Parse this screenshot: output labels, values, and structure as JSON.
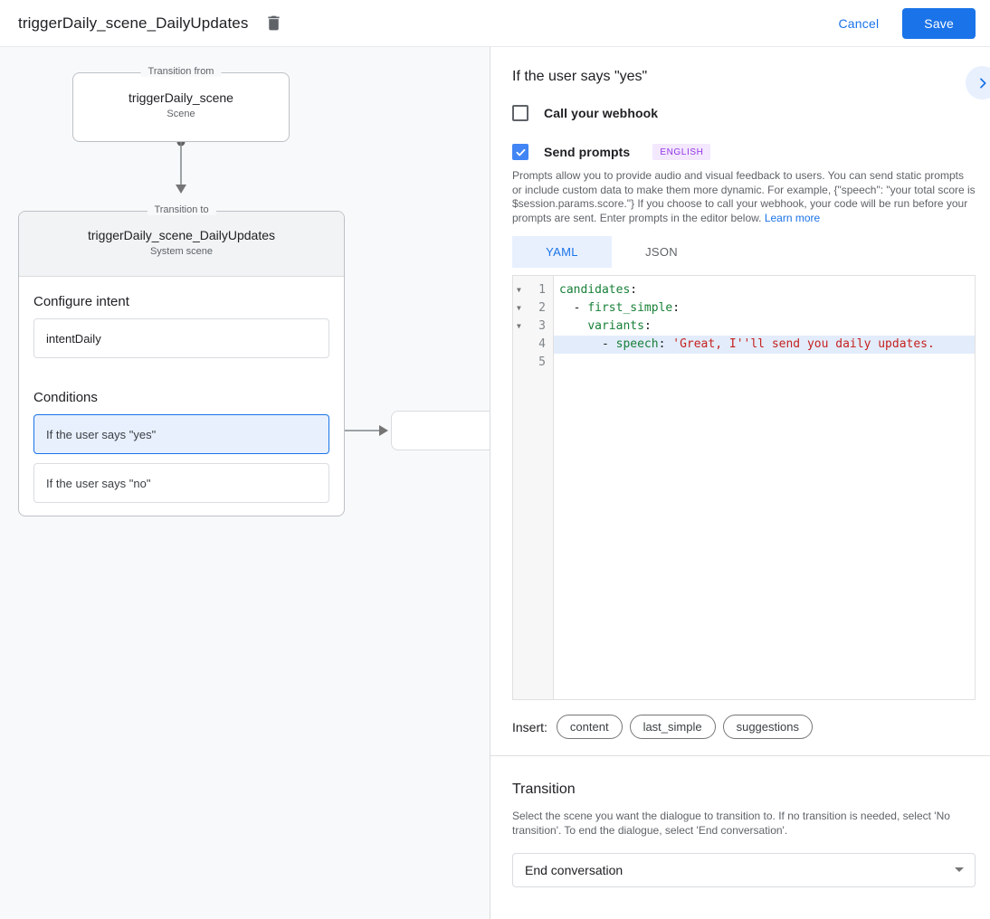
{
  "header": {
    "title": "triggerDaily_scene_DailyUpdates",
    "cancel_label": "Cancel",
    "save_label": "Save"
  },
  "diagram": {
    "from_box": {
      "legend": "Transition from",
      "title": "triggerDaily_scene",
      "subtitle": "Scene"
    },
    "to_box": {
      "legend": "Transition to",
      "title": "triggerDaily_scene_DailyUpdates",
      "subtitle": "System scene",
      "configure_intent_label": "Configure intent",
      "intent_value": "intentDaily",
      "conditions_label": "Conditions",
      "conditions": [
        {
          "label": "If the user says \"yes\"",
          "selected": true
        },
        {
          "label": "If the user says \"no\"",
          "selected": false
        }
      ]
    }
  },
  "panel": {
    "title": "If the user says \"yes\"",
    "webhook": {
      "label": "Call your webhook",
      "checked": false
    },
    "prompts": {
      "label": "Send prompts",
      "checked": true,
      "badge": "ENGLISH"
    },
    "description": "Prompts allow you to provide audio and visual feedback to users. You can send static prompts or include custom data to make them more dynamic. For example, {\"speech\": \"your total score is $session.params.score.\"} If you choose to call your webhook, your code will be run before your prompts are sent. Enter prompts in the editor below.",
    "learn_more": "Learn more",
    "tabs": [
      {
        "label": "YAML",
        "active": true
      },
      {
        "label": "JSON",
        "active": false
      }
    ],
    "editor": {
      "lines": [
        {
          "num": "1",
          "fold": true,
          "highlight": false,
          "tokens": [
            {
              "t": "candidates",
              "c": "key"
            },
            {
              "t": ":",
              "c": "plain"
            }
          ]
        },
        {
          "num": "2",
          "fold": true,
          "highlight": false,
          "tokens": [
            {
              "t": "  - ",
              "c": "plain"
            },
            {
              "t": "first_simple",
              "c": "key"
            },
            {
              "t": ":",
              "c": "plain"
            }
          ]
        },
        {
          "num": "3",
          "fold": true,
          "highlight": false,
          "tokens": [
            {
              "t": "    ",
              "c": "plain"
            },
            {
              "t": "variants",
              "c": "key"
            },
            {
              "t": ":",
              "c": "plain"
            }
          ]
        },
        {
          "num": "4",
          "fold": false,
          "highlight": true,
          "tokens": [
            {
              "t": "      - ",
              "c": "plain"
            },
            {
              "t": "speech",
              "c": "key"
            },
            {
              "t": ": ",
              "c": "plain"
            },
            {
              "t": "'Great, I''ll send you daily updates.",
              "c": "string"
            }
          ]
        },
        {
          "num": "5",
          "fold": false,
          "highlight": false,
          "tokens": []
        }
      ]
    },
    "insert": {
      "label": "Insert:",
      "chips": [
        "content",
        "last_simple",
        "suggestions"
      ]
    },
    "transition": {
      "title": "Transition",
      "description": "Select the scene you want the dialogue to transition to. If no transition is needed, select 'No transition'. To end the dialogue, select 'End conversation'.",
      "value": "End conversation"
    }
  },
  "colors": {
    "accent_blue": "#1a73e8",
    "selection_blue_bg": "#e8f0fe",
    "badge_purple": "#9334e6",
    "code_key_green": "#188038",
    "code_string_red": "#c5221f"
  }
}
